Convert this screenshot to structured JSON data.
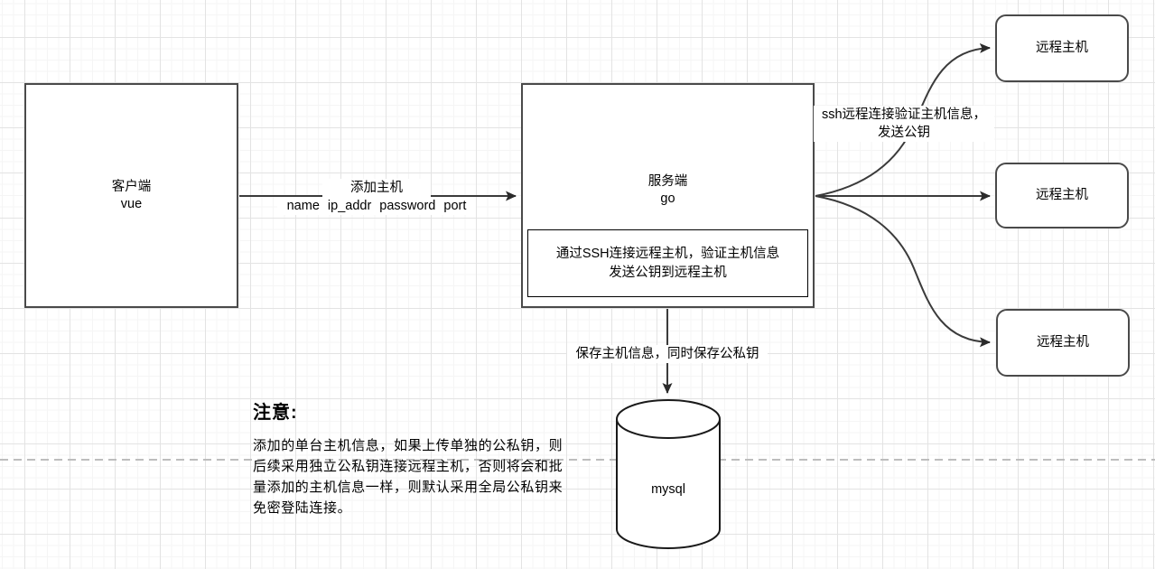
{
  "diagram": {
    "client": {
      "title": "客户端",
      "subtitle": "vue"
    },
    "server": {
      "title": "服务端",
      "subtitle": "go",
      "inner_note_line1": "通过SSH连接远程主机，验证主机信息",
      "inner_note_line2": "发送公钥到远程主机"
    },
    "remote_hosts": [
      {
        "label": "远程主机"
      },
      {
        "label": "远程主机"
      },
      {
        "label": "远程主机"
      }
    ],
    "database": {
      "label": "mysql"
    },
    "edges": {
      "add_host": {
        "line1": "添加主机",
        "line2": "name  ip_addr  password  port"
      },
      "ssh_verify": {
        "line1": "ssh远程连接验证主机信息，",
        "line2": "发送公钥"
      },
      "save_info": {
        "label": "保存主机信息，同时保存公私钥"
      }
    },
    "note": {
      "title": "注意:",
      "lines": [
        "添加的单台主机信息，如果上传单独的公私钥，则",
        "后续采用独立公私钥连接远程主机，否则将会和批",
        "量添加的主机信息一样，则默认采用全局公私钥来",
        "免密登陆连接。"
      ]
    }
  },
  "colors": {
    "shape_border": "#4a4a4a",
    "inner_border": "#000000",
    "wire": "#3b3b3b",
    "page_break": "#bdbdbd",
    "grid_major": "#e3e3e3",
    "grid_minor": "#f5f5f5",
    "background": "#ffffff"
  }
}
